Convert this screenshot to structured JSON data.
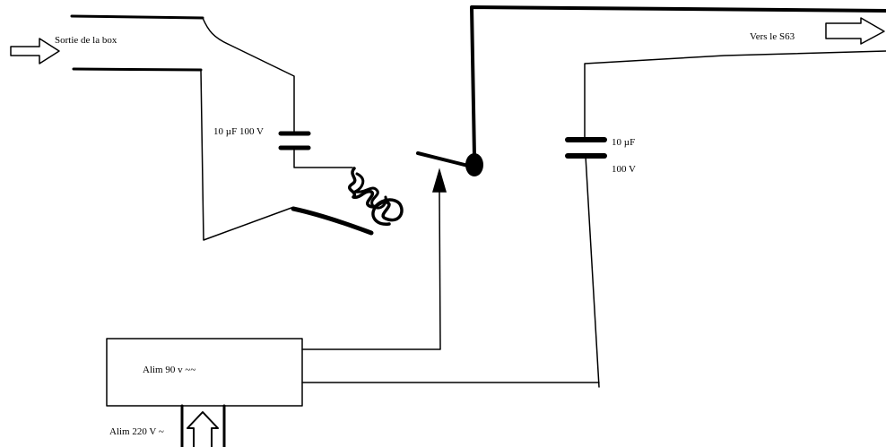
{
  "labels": {
    "input": "Sortie de la box",
    "output": "Vers le S63",
    "cap1": "10 µF  100 V",
    "cap2_value": "10 µF",
    "cap2_voltage": "100 V",
    "psu": "Alim 90 v ~~",
    "mains": "Alim 220 V ~"
  },
  "colors": {
    "ink": "#000000",
    "background": "#ffffff"
  },
  "icons": {
    "input_arrow": "hollow-right-arrow",
    "output_arrow": "hollow-right-arrow",
    "mains_arrow": "hollow-up-arrow",
    "relay_actuator_arrow": "solid-up-arrow"
  }
}
